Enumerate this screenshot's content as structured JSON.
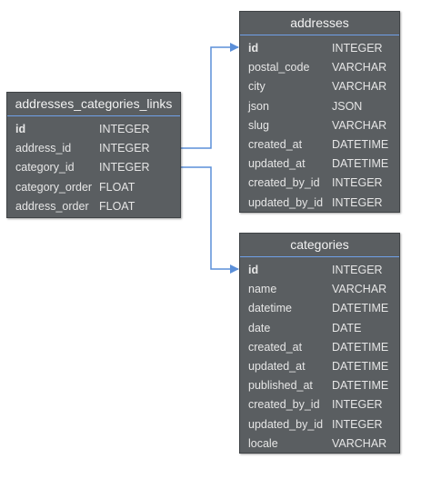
{
  "colors": {
    "table_background": "#5a5e61",
    "header_divider": "#6fa0e8",
    "text": "#e6e6e6",
    "connector": "#5b8fd9"
  },
  "tables": {
    "links": {
      "title": "addresses_categories_links",
      "columns": [
        {
          "name": "id",
          "type": "INTEGER",
          "primary_key": true
        },
        {
          "name": "address_id",
          "type": "INTEGER"
        },
        {
          "name": "category_id",
          "type": "INTEGER"
        },
        {
          "name": "category_order",
          "type": "FLOAT"
        },
        {
          "name": "address_order",
          "type": "FLOAT"
        }
      ]
    },
    "addresses": {
      "title": "addresses",
      "columns": [
        {
          "name": "id",
          "type": "INTEGER",
          "primary_key": true
        },
        {
          "name": "postal_code",
          "type": "VARCHAR"
        },
        {
          "name": "city",
          "type": "VARCHAR"
        },
        {
          "name": "json",
          "type": "JSON"
        },
        {
          "name": "slug",
          "type": "VARCHAR"
        },
        {
          "name": "created_at",
          "type": "DATETIME"
        },
        {
          "name": "updated_at",
          "type": "DATETIME"
        },
        {
          "name": "created_by_id",
          "type": "INTEGER"
        },
        {
          "name": "updated_by_id",
          "type": "INTEGER"
        }
      ]
    },
    "categories": {
      "title": "categories",
      "columns": [
        {
          "name": "id",
          "type": "INTEGER",
          "primary_key": true
        },
        {
          "name": "name",
          "type": "VARCHAR"
        },
        {
          "name": "datetime",
          "type": "DATETIME"
        },
        {
          "name": "date",
          "type": "DATE"
        },
        {
          "name": "created_at",
          "type": "DATETIME"
        },
        {
          "name": "updated_at",
          "type": "DATETIME"
        },
        {
          "name": "published_at",
          "type": "DATETIME"
        },
        {
          "name": "created_by_id",
          "type": "INTEGER"
        },
        {
          "name": "updated_by_id",
          "type": "INTEGER"
        },
        {
          "name": "locale",
          "type": "VARCHAR"
        }
      ]
    }
  },
  "relations": [
    {
      "from_table": "links",
      "from_column": "address_id",
      "to_table": "addresses",
      "to_column": "id"
    },
    {
      "from_table": "links",
      "from_column": "category_id",
      "to_table": "categories",
      "to_column": "id"
    }
  ]
}
